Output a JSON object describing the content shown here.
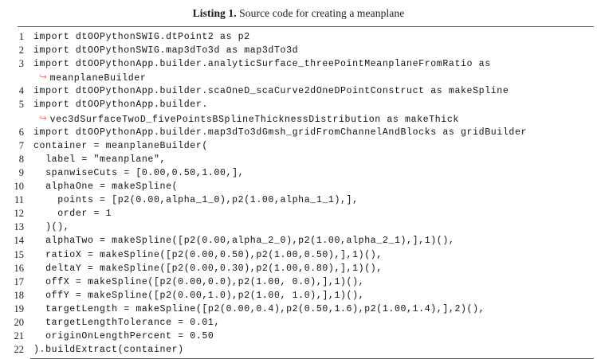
{
  "caption": {
    "label": "Listing 1.",
    "text": " Source code for creating a meanplane"
  },
  "wrap_arrow_glyph": "↪",
  "colors": {
    "rule": "#5a5a5a",
    "text": "#111111",
    "wrap_arrow": "#f08080"
  },
  "code": {
    "lines": [
      {
        "n": "1",
        "indent": 0,
        "wrapped": false,
        "text": "import dtOOPythonSWIG.dtPoint2 as p2"
      },
      {
        "n": "2",
        "indent": 0,
        "wrapped": false,
        "text": "import dtOOPythonSWIG.map3dTo3d as map3dTo3d"
      },
      {
        "n": "3",
        "indent": 0,
        "wrapped": false,
        "text": "import dtOOPythonApp.builder.analyticSurface_threePointMeanplaneFromRatio as"
      },
      {
        "n": "",
        "indent": 0,
        "wrapped": true,
        "text": "meanplaneBuilder"
      },
      {
        "n": "4",
        "indent": 0,
        "wrapped": false,
        "text": "import dtOOPythonApp.builder.scaOneD_scaCurve2dOneDPointConstruct as makeSpline"
      },
      {
        "n": "5",
        "indent": 0,
        "wrapped": false,
        "text": "import dtOOPythonApp.builder."
      },
      {
        "n": "",
        "indent": 0,
        "wrapped": true,
        "text": "vec3dSurfaceTwoD_fivePointsBSplineThicknessDistribution as makeThick"
      },
      {
        "n": "6",
        "indent": 0,
        "wrapped": false,
        "text": "import dtOOPythonApp.builder.map3dTo3dGmsh_gridFromChannelAndBlocks as gridBuilder"
      },
      {
        "n": "7",
        "indent": 0,
        "wrapped": false,
        "text": "container = meanplaneBuilder("
      },
      {
        "n": "8",
        "indent": 0,
        "wrapped": false,
        "text": "  label = \"meanplane\","
      },
      {
        "n": "9",
        "indent": 0,
        "wrapped": false,
        "text": "  spanwiseCuts = [0.00,0.50,1.00,],"
      },
      {
        "n": "10",
        "indent": 0,
        "wrapped": false,
        "text": "  alphaOne = makeSpline("
      },
      {
        "n": "11",
        "indent": 0,
        "wrapped": false,
        "text": "    points = [p2(0.00,alpha_1_0),p2(1.00,alpha_1_1),],"
      },
      {
        "n": "12",
        "indent": 0,
        "wrapped": false,
        "text": "    order = 1"
      },
      {
        "n": "13",
        "indent": 0,
        "wrapped": false,
        "text": "  )(),"
      },
      {
        "n": "14",
        "indent": 0,
        "wrapped": false,
        "text": "  alphaTwo = makeSpline([p2(0.00,alpha_2_0),p2(1.00,alpha_2_1),],1)(),"
      },
      {
        "n": "15",
        "indent": 0,
        "wrapped": false,
        "text": "  ratioX = makeSpline([p2(0.00,0.50),p2(1.00,0.50),],1)(),"
      },
      {
        "n": "16",
        "indent": 0,
        "wrapped": false,
        "text": "  deltaY = makeSpline([p2(0.00,0.30),p2(1.00,0.80),],1)(),"
      },
      {
        "n": "17",
        "indent": 0,
        "wrapped": false,
        "text": "  offX = makeSpline([p2(0.00,0.0),p2(1.00, 0.0),],1)(),"
      },
      {
        "n": "18",
        "indent": 0,
        "wrapped": false,
        "text": "  offY = makeSpline([p2(0.00,1.0),p2(1.00, 1.0),],1)(),"
      },
      {
        "n": "19",
        "indent": 0,
        "wrapped": false,
        "text": "  targetLength = makeSpline([p2(0.00,0.4),p2(0.50,1.6),p2(1.00,1.4),],2)(),"
      },
      {
        "n": "20",
        "indent": 0,
        "wrapped": false,
        "text": "  targetLengthTolerance = 0.01,"
      },
      {
        "n": "21",
        "indent": 0,
        "wrapped": false,
        "text": "  originOnLengthPercent = 0.50"
      },
      {
        "n": "22",
        "indent": 0,
        "wrapped": false,
        "text": ").buildExtract(container)"
      }
    ]
  }
}
